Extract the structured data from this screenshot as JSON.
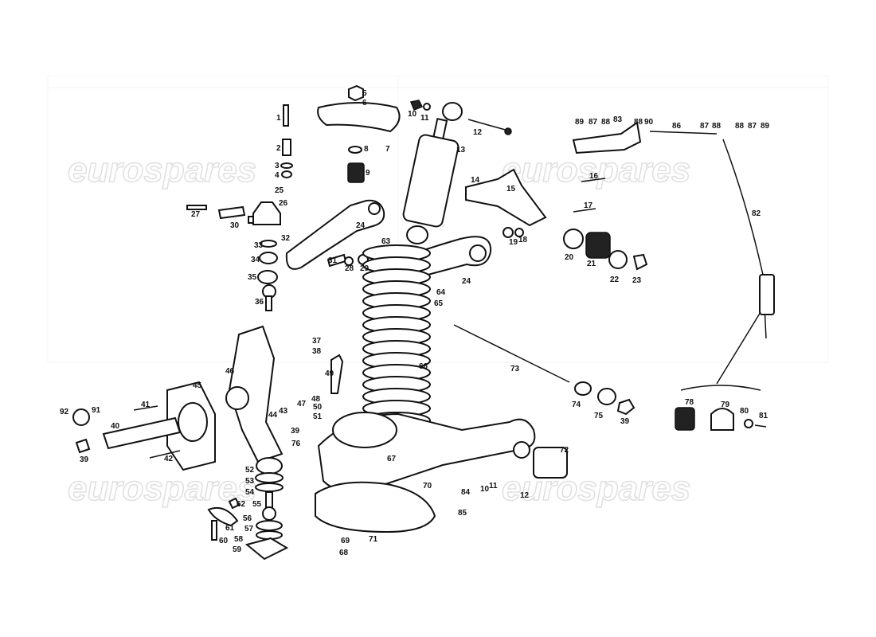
{
  "watermark": "eurospares",
  "labels": [
    "1",
    "2",
    "3",
    "4",
    "25",
    "26",
    "27",
    "30",
    "32",
    "33",
    "34",
    "35",
    "36",
    "5",
    "6",
    "7",
    "8",
    "9",
    "24",
    "31",
    "28",
    "29",
    "10",
    "11",
    "12",
    "13",
    "63",
    "24",
    "64",
    "65",
    "66",
    "14",
    "15",
    "16",
    "17",
    "19",
    "18",
    "20",
    "21",
    "22",
    "23",
    "73",
    "74",
    "75",
    "39",
    "72",
    "67",
    "70",
    "71",
    "10",
    "11",
    "12",
    "84",
    "85",
    "69",
    "68",
    "37",
    "38",
    "49",
    "48",
    "47",
    "50",
    "51",
    "44",
    "43",
    "39",
    "76",
    "46",
    "45",
    "41",
    "40",
    "42",
    "91",
    "92",
    "39",
    "52",
    "53",
    "54",
    "55",
    "56",
    "57",
    "58",
    "59",
    "62",
    "61",
    "60",
    "89",
    "87",
    "88",
    "83",
    "88",
    "90",
    "86",
    "87",
    "88",
    "88",
    "87",
    "89",
    "82",
    "78",
    "79",
    "80",
    "81"
  ]
}
